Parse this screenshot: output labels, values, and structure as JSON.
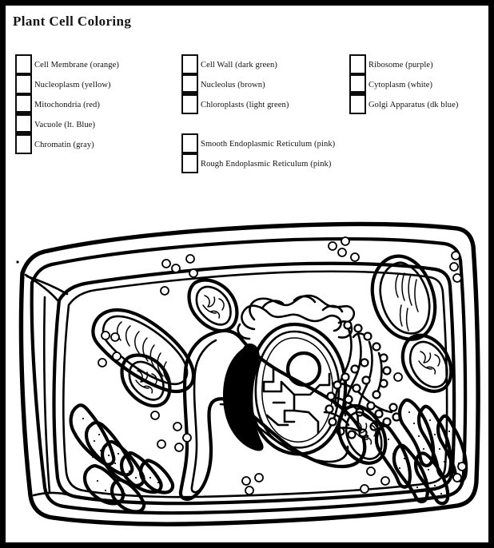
{
  "worksheet": {
    "title": "Plant Cell Coloring"
  },
  "key": {
    "columns": [
      {
        "name": "column-1",
        "groups": [
          {
            "items": [
              {
                "label": "Cell Membrane (orange)",
                "color_name": "orange",
                "part": "Cell Membrane",
                "box_style": "normal"
              },
              {
                "label": "Nucleoplasm (yellow)",
                "color_name": "yellow",
                "part": "Nucleoplasm",
                "box_style": "normal"
              },
              {
                "label": "Mitochondria (red)",
                "color_name": "red",
                "part": "Mitochondria",
                "box_style": "thick-bottom"
              },
              {
                "label": "Vacuole (lt. Blue)",
                "color_name": "lt. Blue",
                "part": "Vacuole",
                "box_style": "thick-bottom"
              },
              {
                "label": "Chromatin (gray)",
                "color_name": "gray",
                "part": "Chromatin",
                "box_style": "normal"
              }
            ]
          }
        ]
      },
      {
        "name": "column-2",
        "groups": [
          {
            "items": [
              {
                "label": "Cell Wall (dark green)",
                "color_name": "dark green",
                "part": "Cell Wall",
                "box_style": "normal"
              },
              {
                "label": "Nucleolus (brown)",
                "color_name": "brown",
                "part": "Nucleolus",
                "box_style": "thick-bottom"
              },
              {
                "label": "Chloroplasts (light green)",
                "color_name": "light green",
                "part": "Chloroplasts",
                "box_style": "normal"
              }
            ]
          },
          {
            "items": [
              {
                "label": "Smooth Endoplasmic Reticulum (pink)",
                "color_name": "pink",
                "part": "Smooth Endoplasmic Reticulum",
                "box_style": "normal"
              },
              {
                "label": "Rough Endoplasmic Reticulum (pink)",
                "color_name": "pink",
                "part": "Rough Endoplasmic Reticulum",
                "box_style": "normal"
              }
            ]
          }
        ]
      },
      {
        "name": "column-3",
        "groups": [
          {
            "items": [
              {
                "label": "Ribosome (purple)",
                "color_name": "purple",
                "part": "Ribosome",
                "box_style": "normal"
              },
              {
                "label": "Cytoplasm (white)",
                "color_name": "white",
                "part": "Cytoplasm",
                "box_style": "thick-bottom"
              },
              {
                "label": "Golgi Apparatus (dk blue)",
                "color_name": "dk blue",
                "part": "Golgi Apparatus",
                "box_style": "normal"
              }
            ]
          }
        ]
      }
    ]
  },
  "diagram": {
    "name": "plant-cell-line-drawing",
    "description": "Black and white line drawing of a plant cell for coloring",
    "structures": [
      "cell-wall",
      "cell-membrane",
      "cytoplasm",
      "central-vacuole",
      "nucleus",
      "nucleolus",
      "chromatin",
      "smooth-endoplasmic-reticulum",
      "rough-endoplasmic-reticulum",
      "golgi-apparatus",
      "chloroplast",
      "mitochondrion",
      "ribosome"
    ]
  },
  "colors": {
    "ink": "#000000",
    "paper": "#ffffff",
    "frame": "#000000"
  }
}
